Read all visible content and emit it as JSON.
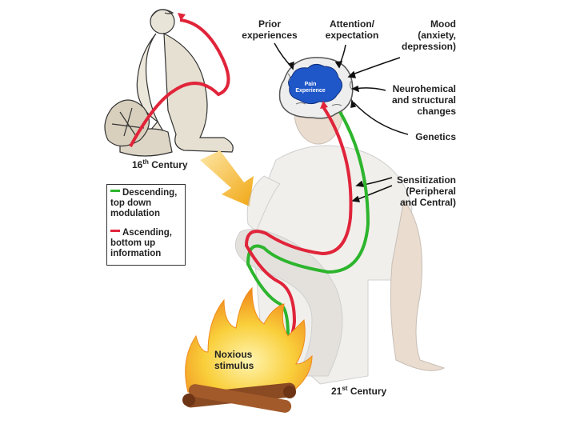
{
  "labels": {
    "prior": [
      "Prior",
      "experiences"
    ],
    "attention": [
      "Attention/",
      "expectation"
    ],
    "mood": [
      "Mood",
      "(anxiety,",
      "depression)"
    ],
    "neuro": [
      "Neurohemical",
      "and structural",
      "changes"
    ],
    "genetics": "Genetics",
    "sensitization": [
      "Sensitization",
      "(Peripheral",
      "and Central)"
    ],
    "noxious": [
      "Noxious",
      "stimulus"
    ],
    "brain": [
      "Pain",
      "Experience"
    ],
    "century16": {
      "num": "16",
      "sup": "th",
      "rest": " Century"
    },
    "century21": {
      "num": "21",
      "sup": "st",
      "rest": " Century"
    }
  },
  "legend": {
    "descending": [
      "Descending,",
      "top down",
      "modulation"
    ],
    "ascending": [
      "Ascending,",
      "bottom up",
      "information"
    ],
    "descending_color": "#2db52d",
    "ascending_color": "#e0243a"
  },
  "colors": {
    "brain_blue": "#1f57c9",
    "arrow_orange": "#f5b01c",
    "flame_yellow": "#f7d23e",
    "flame_orange": "#f39a1e",
    "log_brown": "#8a4a22"
  }
}
